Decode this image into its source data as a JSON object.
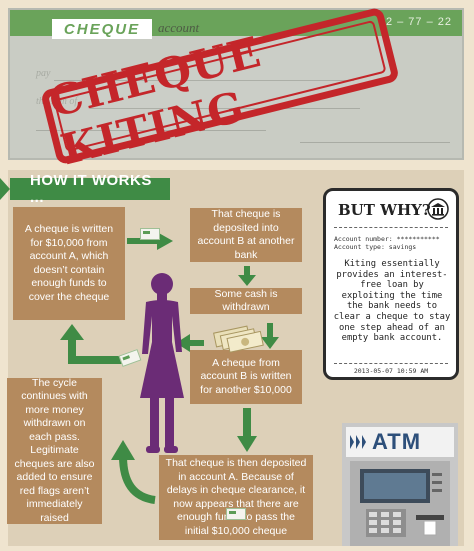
{
  "cheque": {
    "label": "CHEQUE",
    "account": "account",
    "number": "22 – 77 – 22",
    "faint_pay": "pay",
    "faint_amount": "the sum of"
  },
  "stamp": {
    "text": "CHEQUE KITING"
  },
  "how_it_works": {
    "title": "HOW IT WORKS ..."
  },
  "steps": [
    "A cheque is written for $10,000 from account A, which doesn’t contain enough funds to cover the cheque",
    "That cheque is deposited into account B at another bank",
    "Some cash is withdrawn",
    "A cheque from account B is written for another $10,000",
    "That cheque is then deposited in account A. Because of delays in cheque clearance, it now appears that there are enough funds to pass the initial $10,000 cheque",
    "The cycle continues with more money withdrawn on each pass. Legitimate cheques are also added to ensure red flags aren’t immediately raised"
  ],
  "receipt": {
    "title": "BUT WHY?",
    "account_number": "Account number: ***********",
    "account_type": "Account type: savings",
    "body": "Kiting essentially provides an interest-free loan by exploiting the time the bank needs to clear a cheque to stay one step ahead of an empty bank account.",
    "datetime": "2013-05-07 10:59 AM"
  },
  "atm": {
    "label": "ATM"
  },
  "colors": {
    "green": "#3f8b45",
    "brown_box": "#b48a5e",
    "stamp_red": "#c4262a",
    "figure_purple": "#6b2c76"
  },
  "icons": [
    "bank-icon",
    "money-icon",
    "person-figure",
    "cheque-icon",
    "atm-machine"
  ]
}
